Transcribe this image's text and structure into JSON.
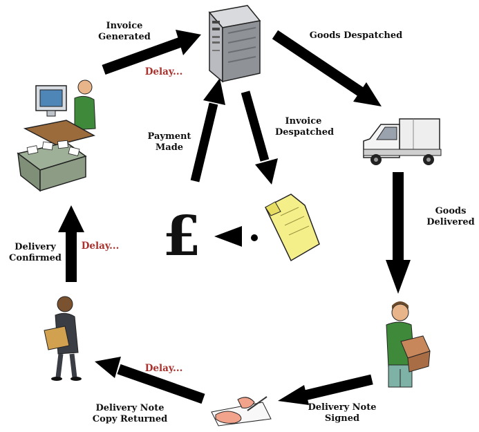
{
  "labels": {
    "invoice_generated": "Invoice\nGenerated",
    "goods_despatched": "Goods Despatched",
    "invoice_despatched": "Invoice\nDespatched",
    "payment_made": "Payment\nMade",
    "goods_delivered": "Goods\nDelivered",
    "delivery_confirmed": "Delivery\nConfirmed",
    "delivery_note_signed": "Delivery Note\nSigned",
    "delivery_note_copy_returned": "Delivery Note\nCopy Returned"
  },
  "delays": [
    "Delay...",
    "Delay...",
    "Delay..."
  ],
  "currency_symbol": "£",
  "colors": {
    "arrow": "#000000",
    "delay_text": "#a8322e",
    "invoice_paper": "#f5ef8a",
    "person_shirt_green": "#3f8a3a",
    "box_brown": "#c8875a",
    "skin": "#e8b48a"
  }
}
